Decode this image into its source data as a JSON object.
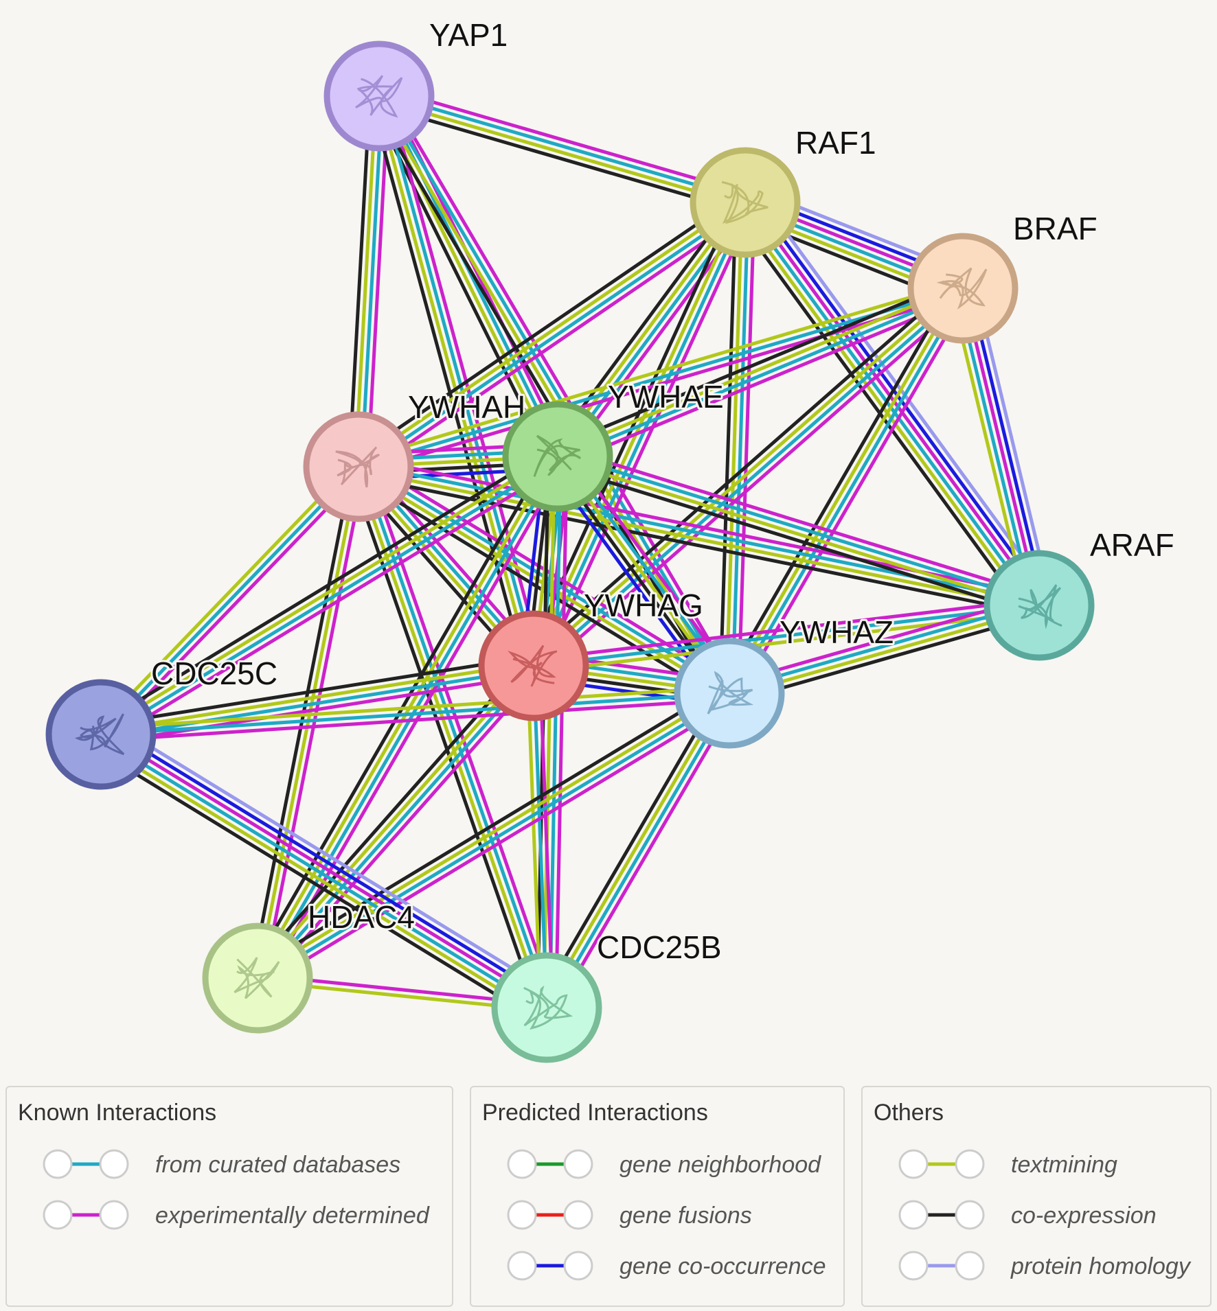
{
  "colors": {
    "curated": "#1fa9c4",
    "experimental": "#cc22cc",
    "neighborhood": "#1a9a2a",
    "fusion": "#e8201a",
    "cooccurrence": "#1a1adf",
    "textmining": "#b2c81a",
    "coexpression": "#222222",
    "homology": "#9999ee"
  },
  "nodes": [
    {
      "id": "YAP1",
      "label": "YAP1",
      "fill": "#d5c5fa",
      "stroke": "#9d88d0"
    },
    {
      "id": "RAF1",
      "label": "RAF1",
      "fill": "#e3e09c",
      "stroke": "#bdb96a"
    },
    {
      "id": "BRAF",
      "label": "BRAF",
      "fill": "#fbdcc0",
      "stroke": "#c8a585"
    },
    {
      "id": "YWHAH",
      "label": "YWHAH",
      "fill": "#f6c8c8",
      "stroke": "#c89090"
    },
    {
      "id": "YWHAE",
      "label": "YWHAE",
      "fill": "#a4de92",
      "stroke": "#6ea65c"
    },
    {
      "id": "ARAF",
      "label": "ARAF",
      "fill": "#9ee2d6",
      "stroke": "#5aa89c"
    },
    {
      "id": "YWHAG",
      "label": "YWHAG",
      "fill": "#f79898",
      "stroke": "#c25858"
    },
    {
      "id": "YWHAZ",
      "label": "YWHAZ",
      "fill": "#cde9fb",
      "stroke": "#7fa8c4"
    },
    {
      "id": "CDC25C",
      "label": "CDC25C",
      "fill": "#9aa2e0",
      "stroke": "#5860a2"
    },
    {
      "id": "HDAC4",
      "label": "HDAC4",
      "fill": "#e8fbc6",
      "stroke": "#a8c286"
    },
    {
      "id": "CDC25B",
      "label": "CDC25B",
      "fill": "#c6fae0",
      "stroke": "#78bc98"
    }
  ],
  "edges": [
    {
      "a": "YAP1",
      "b": "RAF1",
      "t": [
        "experimental",
        "curated",
        "textmining",
        "coexpression"
      ]
    },
    {
      "a": "YAP1",
      "b": "YWHAH",
      "t": [
        "experimental",
        "curated",
        "textmining",
        "coexpression"
      ]
    },
    {
      "a": "YAP1",
      "b": "YWHAE",
      "t": [
        "experimental",
        "curated",
        "textmining",
        "coexpression"
      ]
    },
    {
      "a": "YAP1",
      "b": "YWHAG",
      "t": [
        "experimental",
        "curated",
        "textmining",
        "coexpression"
      ]
    },
    {
      "a": "YAP1",
      "b": "YWHAZ",
      "t": [
        "experimental",
        "curated",
        "textmining",
        "coexpression"
      ]
    },
    {
      "a": "RAF1",
      "b": "BRAF",
      "t": [
        "homology",
        "cooccurrence",
        "experimental",
        "curated",
        "textmining",
        "coexpression"
      ]
    },
    {
      "a": "RAF1",
      "b": "ARAF",
      "t": [
        "homology",
        "cooccurrence",
        "experimental",
        "curated",
        "textmining",
        "coexpression"
      ]
    },
    {
      "a": "RAF1",
      "b": "YWHAH",
      "t": [
        "experimental",
        "curated",
        "textmining",
        "coexpression"
      ]
    },
    {
      "a": "RAF1",
      "b": "YWHAE",
      "t": [
        "experimental",
        "curated",
        "textmining",
        "coexpression"
      ]
    },
    {
      "a": "RAF1",
      "b": "YWHAG",
      "t": [
        "experimental",
        "curated",
        "textmining",
        "coexpression"
      ]
    },
    {
      "a": "RAF1",
      "b": "YWHAZ",
      "t": [
        "experimental",
        "curated",
        "textmining",
        "coexpression"
      ]
    },
    {
      "a": "BRAF",
      "b": "ARAF",
      "t": [
        "homology",
        "cooccurrence",
        "experimental",
        "curated",
        "textmining"
      ]
    },
    {
      "a": "BRAF",
      "b": "YWHAH",
      "t": [
        "experimental",
        "curated",
        "textmining"
      ]
    },
    {
      "a": "BRAF",
      "b": "YWHAE",
      "t": [
        "experimental",
        "curated",
        "textmining",
        "coexpression"
      ]
    },
    {
      "a": "BRAF",
      "b": "YWHAG",
      "t": [
        "experimental",
        "curated",
        "textmining",
        "coexpression"
      ]
    },
    {
      "a": "BRAF",
      "b": "YWHAZ",
      "t": [
        "experimental",
        "curated",
        "textmining",
        "coexpression"
      ]
    },
    {
      "a": "YWHAH",
      "b": "YWHAE",
      "t": [
        "experimental",
        "curated",
        "textmining",
        "coexpression",
        "cooccurrence"
      ]
    },
    {
      "a": "YWHAH",
      "b": "YWHAG",
      "t": [
        "experimental",
        "curated",
        "textmining",
        "coexpression"
      ]
    },
    {
      "a": "YWHAH",
      "b": "YWHAZ",
      "t": [
        "experimental",
        "curated",
        "textmining",
        "coexpression"
      ]
    },
    {
      "a": "YWHAH",
      "b": "ARAF",
      "t": [
        "experimental",
        "curated",
        "textmining",
        "coexpression"
      ]
    },
    {
      "a": "YWHAH",
      "b": "CDC25C",
      "t": [
        "experimental",
        "curated",
        "textmining"
      ]
    },
    {
      "a": "YWHAH",
      "b": "HDAC4",
      "t": [
        "experimental",
        "textmining",
        "coexpression"
      ]
    },
    {
      "a": "YWHAH",
      "b": "CDC25B",
      "t": [
        "experimental",
        "curated",
        "textmining",
        "coexpression"
      ]
    },
    {
      "a": "YWHAE",
      "b": "YWHAG",
      "t": [
        "experimental",
        "curated",
        "textmining",
        "coexpression",
        "cooccurrence"
      ]
    },
    {
      "a": "YWHAE",
      "b": "YWHAZ",
      "t": [
        "experimental",
        "curated",
        "textmining",
        "coexpression",
        "cooccurrence"
      ]
    },
    {
      "a": "YWHAE",
      "b": "ARAF",
      "t": [
        "experimental",
        "curated",
        "textmining",
        "coexpression"
      ]
    },
    {
      "a": "YWHAE",
      "b": "CDC25C",
      "t": [
        "experimental",
        "curated",
        "textmining",
        "coexpression"
      ]
    },
    {
      "a": "YWHAE",
      "b": "HDAC4",
      "t": [
        "experimental",
        "curated",
        "textmining",
        "coexpression"
      ]
    },
    {
      "a": "YWHAE",
      "b": "CDC25B",
      "t": [
        "experimental",
        "curated",
        "textmining",
        "coexpression"
      ]
    },
    {
      "a": "YWHAG",
      "b": "YWHAZ",
      "t": [
        "experimental",
        "curated",
        "textmining",
        "coexpression",
        "cooccurrence"
      ]
    },
    {
      "a": "YWHAG",
      "b": "ARAF",
      "t": [
        "experimental",
        "curated",
        "textmining"
      ]
    },
    {
      "a": "YWHAG",
      "b": "CDC25C",
      "t": [
        "experimental",
        "curated",
        "textmining",
        "coexpression"
      ]
    },
    {
      "a": "YWHAG",
      "b": "HDAC4",
      "t": [
        "experimental",
        "curated",
        "textmining",
        "coexpression"
      ]
    },
    {
      "a": "YWHAG",
      "b": "CDC25B",
      "t": [
        "experimental",
        "curated",
        "textmining"
      ]
    },
    {
      "a": "YWHAZ",
      "b": "ARAF",
      "t": [
        "experimental",
        "curated",
        "textmining",
        "coexpression"
      ]
    },
    {
      "a": "YWHAZ",
      "b": "CDC25C",
      "t": [
        "experimental",
        "curated",
        "textmining"
      ]
    },
    {
      "a": "YWHAZ",
      "b": "HDAC4",
      "t": [
        "experimental",
        "curated",
        "textmining",
        "coexpression"
      ]
    },
    {
      "a": "YWHAZ",
      "b": "CDC25B",
      "t": [
        "experimental",
        "curated",
        "textmining",
        "coexpression"
      ]
    },
    {
      "a": "CDC25C",
      "b": "CDC25B",
      "t": [
        "homology",
        "cooccurrence",
        "experimental",
        "curated",
        "textmining",
        "coexpression"
      ]
    },
    {
      "a": "HDAC4",
      "b": "CDC25B",
      "t": [
        "experimental",
        "textmining"
      ]
    }
  ],
  "legend": [
    {
      "title": "Known Interactions",
      "items": [
        {
          "label": "from curated databases",
          "color_key": "curated"
        },
        {
          "label": "experimentally determined",
          "color_key": "experimental"
        }
      ]
    },
    {
      "title": "Predicted Interactions",
      "items": [
        {
          "label": "gene neighborhood",
          "color_key": "neighborhood"
        },
        {
          "label": "gene fusions",
          "color_key": "fusion"
        },
        {
          "label": "gene co-occurrence",
          "color_key": "cooccurrence"
        }
      ]
    },
    {
      "title": "Others",
      "items": [
        {
          "label": "textmining",
          "color_key": "textmining"
        },
        {
          "label": "co-expression",
          "color_key": "coexpression"
        },
        {
          "label": "protein homology",
          "color_key": "homology"
        }
      ]
    }
  ]
}
